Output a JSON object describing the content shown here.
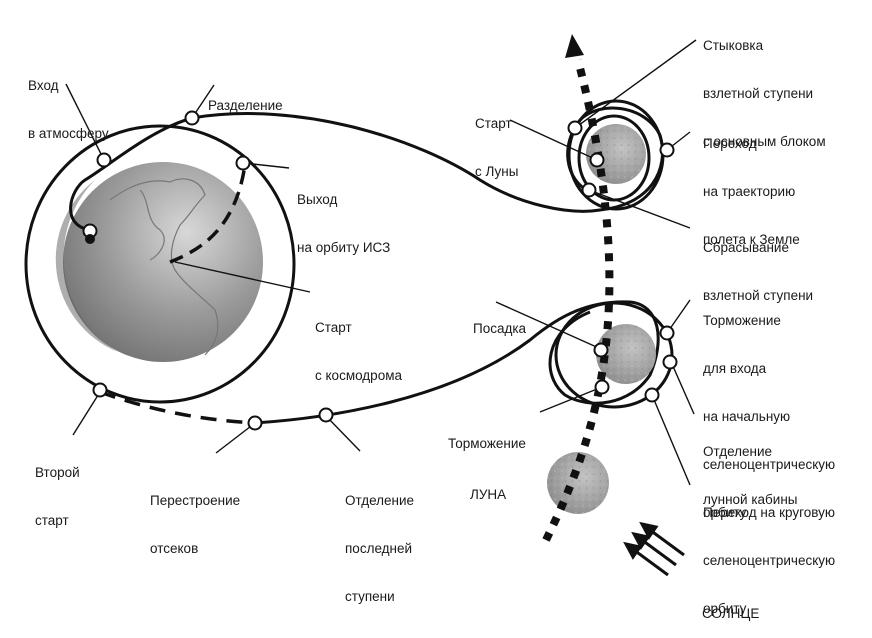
{
  "diagram": {
    "title": "Схема полёта к Луне и обратно",
    "labels": {
      "vhod": [
        "Вход",
        "в атмосферу"
      ],
      "razdelenie": [
        "Разделение"
      ],
      "vyhod": [
        "Выход",
        "на орбиту ИСЗ"
      ],
      "start_kosmodrom": [
        "Старт",
        "с космодрома"
      ],
      "vtoroy_start": [
        "Второй",
        "старт"
      ],
      "perestroenie": [
        "Перестроение",
        "отсеков"
      ],
      "otdelenie_stupeni": [
        "Отделение",
        "последней",
        "ступени"
      ],
      "stykovka": [
        "Стыковка",
        "взлетной ступени",
        "с основным блоком"
      ],
      "start_luny": [
        "Старт",
        "с Луны"
      ],
      "perehod_zemlya": [
        "Переход",
        "на траекторию",
        "полета к Земле"
      ],
      "sbrasyvanie": [
        "Сбрасывание",
        "взлетной ступени"
      ],
      "posadka": [
        "Посадка"
      ],
      "tormozhenie_vhod": [
        "Торможение",
        "для входа",
        "на начальную",
        "селеноцентрическую",
        "орбиту"
      ],
      "tormozhenie": [
        "Торможение"
      ],
      "otdelenie_kabiny": [
        "Отделение",
        "лунной кабины"
      ],
      "perehod_krug": [
        "Переход на круговую",
        "селеноцентрическую",
        "орбиту"
      ],
      "luna": [
        "ЛУНА"
      ],
      "solnce": [
        "СОЛНЦЕ"
      ]
    },
    "colors": {
      "line": "#111111",
      "node_fill": "#ffffff",
      "earth": "#8a8a8a",
      "moon": "#9c9c9c"
    }
  }
}
